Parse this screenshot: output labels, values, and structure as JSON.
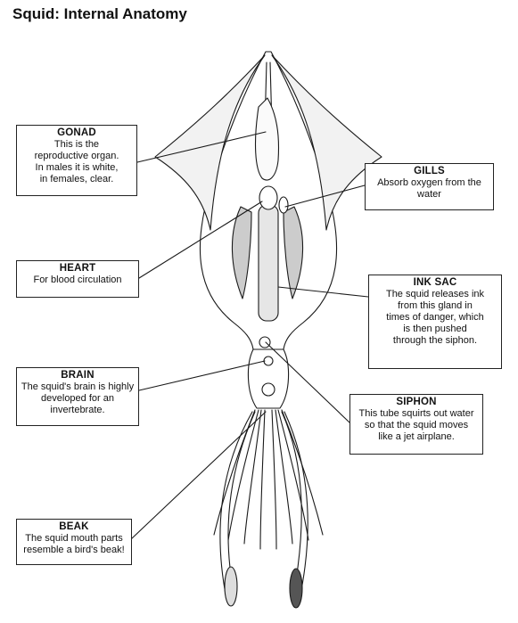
{
  "title": "Squid: Internal Anatomy",
  "labels": {
    "gonad": {
      "title": "GONAD",
      "text": "This is the\nreproductive organ.\nIn males it is white,\nin females, clear."
    },
    "heart": {
      "title": "HEART",
      "text": "For blood circulation"
    },
    "brain": {
      "title": "BRAIN",
      "text": "The squid's brain is highly\ndeveloped for an\ninvertebrate."
    },
    "beak": {
      "title": "BEAK",
      "text": "The squid mouth parts\nresemble a bird's beak!"
    },
    "gills": {
      "title": "GILLS",
      "text": "Absorb oxygen from the\nwater"
    },
    "inksac": {
      "title": "INK SAC",
      "text": "The squid releases ink\nfrom this gland in\ntimes of danger, which\nis then pushed\nthrough the siphon."
    },
    "siphon": {
      "title": "SIPHON",
      "text": "This tube squirts out water\nso that the squid moves\nlike a jet airplane."
    }
  }
}
